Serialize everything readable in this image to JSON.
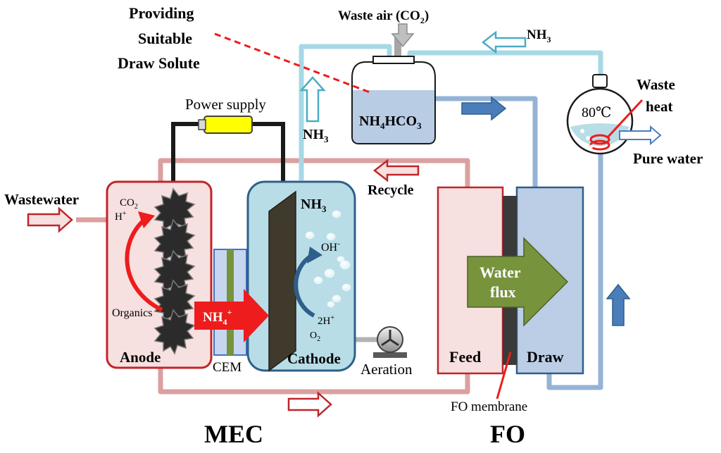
{
  "labels": {
    "providing_line1": "Providing",
    "providing_line2": "Suitable",
    "providing_line3": "Draw Solute",
    "waste_air": "Waste air (CO",
    "waste_air_sub": "2",
    "waste_air_close": ")",
    "nh3_top": "NH",
    "nh3_top_sub": "3",
    "power_supply": "Power supply",
    "nh4hco3_a": "NH",
    "nh4hco3_sub1": "4",
    "nh4hco3_b": "HCO",
    "nh4hco3_sub2": "3",
    "nh3_left": "NH",
    "nh3_left_sub": "3",
    "temperature": "80℃",
    "waste_heat_line1": "Waste",
    "waste_heat_line2": "heat",
    "pure_water": "Pure water",
    "recycle": "Recycle",
    "wastewater": "Wastewater",
    "co2": "CO",
    "co2_sub": "2",
    "h_plus": "H",
    "h_plus_sup": "+",
    "organics": "Organics",
    "anode": "Anode",
    "cem": "CEM",
    "nh4_plus": "NH",
    "nh4_plus_sub": "4",
    "nh4_plus_sup": "+",
    "nh3_cathode": "NH",
    "nh3_cathode_sub": "3",
    "oh_minus": "OH",
    "oh_minus_sup": "-",
    "two_h_plus": "2H",
    "two_h_plus_sup": "+",
    "o2": "O",
    "o2_sub": "2",
    "cathode": "Cathode",
    "aeration": "Aeration",
    "water_flux_line1": "Water",
    "water_flux_line2": "flux",
    "feed": "Feed",
    "draw": "Draw",
    "fo_membrane": "FO membrane",
    "mec": "MEC",
    "fo": "FO"
  },
  "colors": {
    "pink_pipe": "#dc9f9f",
    "light_blue_pipe": "#a6d8e6",
    "blue_pipe": "#95b3d7",
    "anode_fill": "#f7e0e0",
    "anode_stroke": "#c0252a",
    "cathode_fill": "#b8dde6",
    "cathode_stroke": "#2e5f8a",
    "feed_fill": "#f7e0e0",
    "draw_fill": "#bccde6",
    "membrane": "#3a3a3a",
    "water_flux_arrow": "#77933c",
    "nh4_arrow": "#ee1c1c",
    "power_supply": "#ffff00",
    "dashed_line": "#ee1c1c"
  }
}
